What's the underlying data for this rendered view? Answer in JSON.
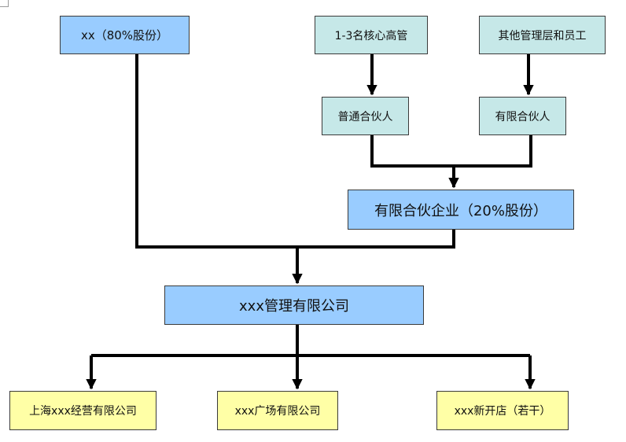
{
  "nodes": {
    "xx": "xx（80%股份）",
    "core": "1-3名核心高管",
    "others": "其他管理层和员工",
    "gp": "普通合伙人",
    "lp": "有限合伙人",
    "partnership": "有限合伙企业（20%股份）",
    "company": "xxx管理有限公司",
    "shanghai": "上海xxx经营有限公司",
    "plaza": "xxx广场有限公司",
    "stores": "xxx新开店（若干）"
  },
  "colors": {
    "blue": "#99ccff",
    "teal": "#c6e8e8",
    "yellow": "#ffffa6",
    "line": "#000000"
  }
}
